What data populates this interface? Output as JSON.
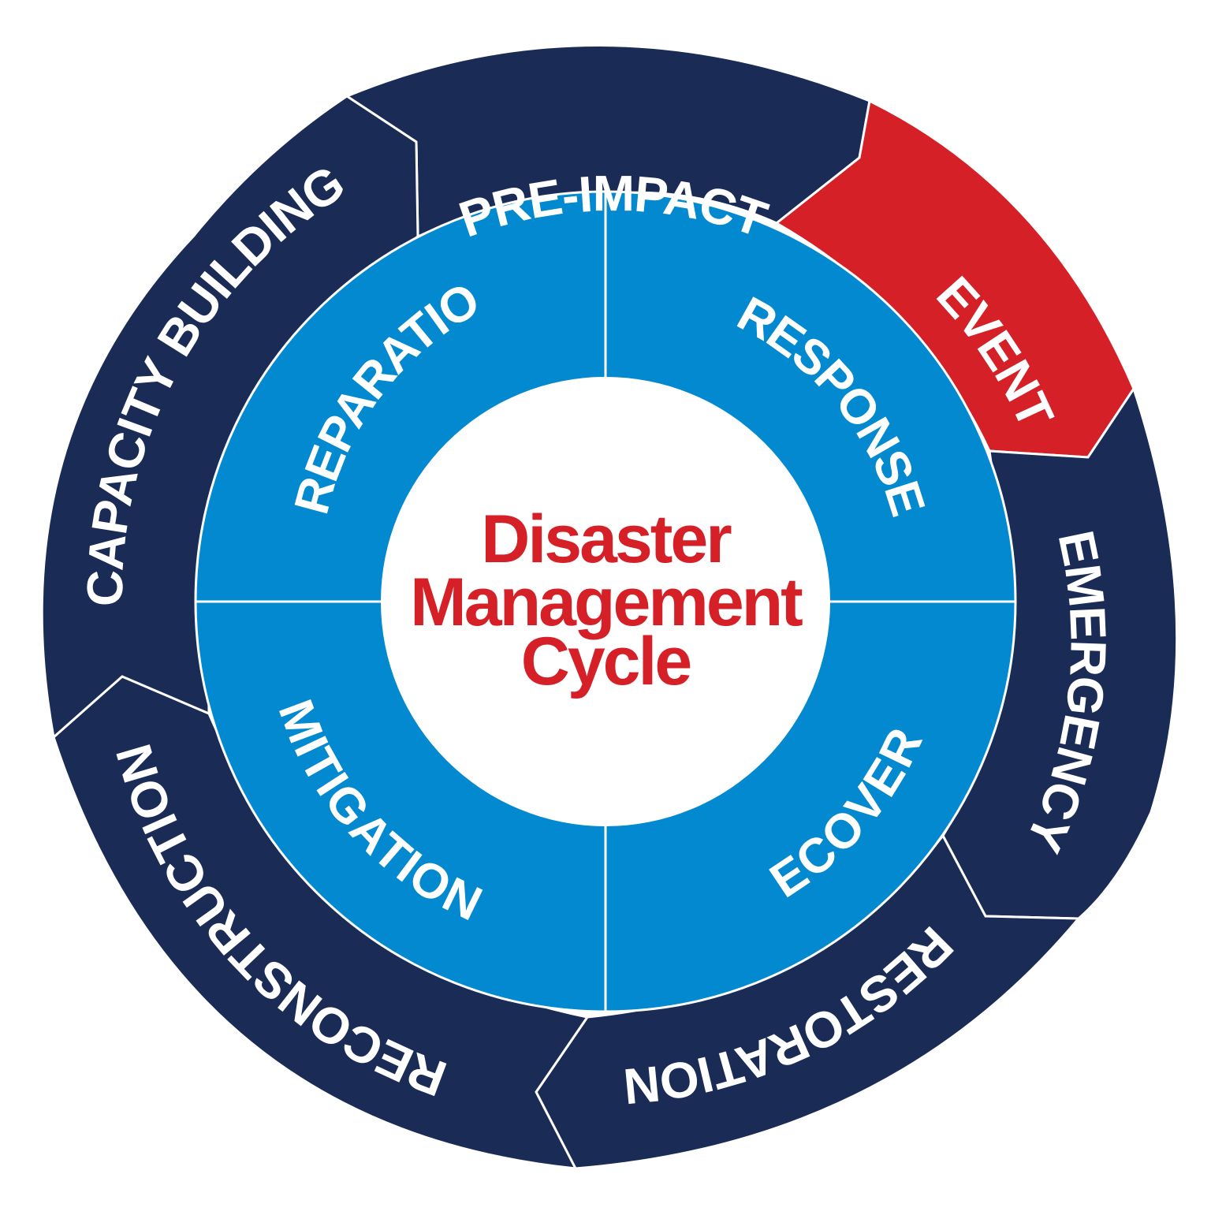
{
  "center": {
    "lines": [
      "Disaster",
      "Management",
      "Cycle"
    ],
    "color": "#d62027"
  },
  "inner_ring": {
    "color": "#0289cf",
    "text_color": "#ffffff",
    "segments": [
      {
        "id": "preparation",
        "label": "PREPARATION"
      },
      {
        "id": "response",
        "label": "RESPONSE"
      },
      {
        "id": "recovery",
        "label": "RECOVERY"
      },
      {
        "id": "mitigation",
        "label": "MITIGATION"
      }
    ]
  },
  "outer_ring": {
    "color": "#1a2b56",
    "highlight_color": "#d62027",
    "text_color": "#ffffff",
    "segments": [
      {
        "id": "pre-impact",
        "label": "PRE-IMPACT",
        "highlight": false
      },
      {
        "id": "event",
        "label": "EVENT",
        "highlight": true
      },
      {
        "id": "emergency",
        "label": "EMERGENCY",
        "highlight": false
      },
      {
        "id": "restoration",
        "label": "RESTORATION",
        "highlight": false
      },
      {
        "id": "reconstruction",
        "label": "RECONSTRUCTION",
        "highlight": false
      },
      {
        "id": "capacity-building",
        "label": "CAPACITY BUILDING",
        "highlight": false
      }
    ]
  }
}
